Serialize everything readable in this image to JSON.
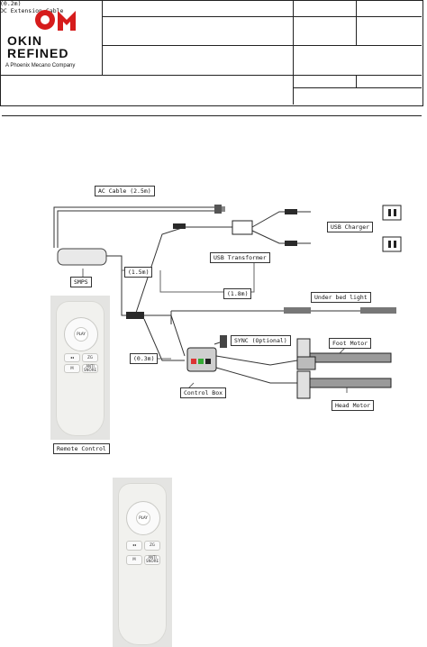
{
  "company": {
    "logo_text": "OKIN REFINED",
    "tagline": "A Phoenix Mecano Company"
  },
  "diagram": {
    "labels": {
      "ac_cable": "AC Cable (2.5m)",
      "smps": "SMPS",
      "usb_transformer": "USB Transformer",
      "usb_charger": "USB Charger",
      "len_15": "(1.5m)",
      "len_02": "(0.2m)",
      "dc_ext": "DC Extension Cable",
      "len_18": "(1.8m)",
      "under_bed": "Under bed light",
      "sync": "SYNC (Optional)",
      "foot_motor": "Foot Motor",
      "len_03": "(0.3m)",
      "control_box": "Control Box",
      "head_motor": "Head Motor",
      "remote_control": "Remote Control"
    }
  },
  "remote": {
    "play": "PLAY",
    "zg": "ZG",
    "m": "M",
    "anti_snore": "ANTI SNORE"
  }
}
